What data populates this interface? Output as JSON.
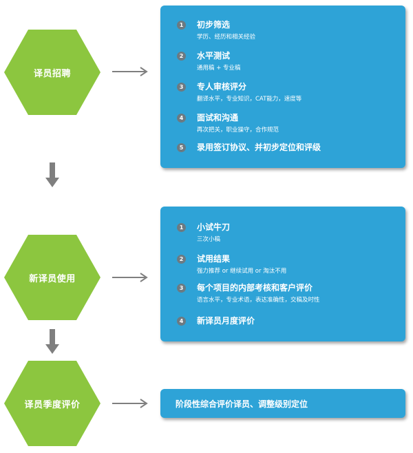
{
  "stages": [
    {
      "label": "译员招聘"
    },
    {
      "label": "新译员使用"
    },
    {
      "label": "译员季度评价"
    }
  ],
  "panels": [
    {
      "steps": [
        {
          "num": "1",
          "title": "初步筛选",
          "sub": "学历、经历和相关经验"
        },
        {
          "num": "2",
          "title": "水平测试",
          "sub": "通用稿 + 专业稿"
        },
        {
          "num": "3",
          "title": "专人审核评分",
          "sub": "翻译水平，专业知识，CAT能力，速度等"
        },
        {
          "num": "4",
          "title": "面试和沟通",
          "sub": "再次把关，职业操守，合作规范"
        },
        {
          "num": "5",
          "title": "录用签订协议、并初步定位和评级",
          "sub": ""
        }
      ]
    },
    {
      "steps": [
        {
          "num": "1",
          "title": "小试牛刀",
          "sub": "三次小稿"
        },
        {
          "num": "2",
          "title": "试用结果",
          "sub": "强力推荐 or 继续试用 or 淘汰不用"
        },
        {
          "num": "3",
          "title": "每个项目的内部考核和客户评价",
          "sub": "语言水平，专业术语，表达准确性，交稿及时性"
        },
        {
          "num": "4",
          "title": "新译员月度评价",
          "sub": ""
        }
      ]
    },
    {
      "text": "阶段性综合评价译员、调整级别定位"
    }
  ],
  "colors": {
    "hexagon": "#8cc63f",
    "panel": "#2ea3d7",
    "badge": "#6c7a82",
    "arrow": "#7f7f7f"
  }
}
